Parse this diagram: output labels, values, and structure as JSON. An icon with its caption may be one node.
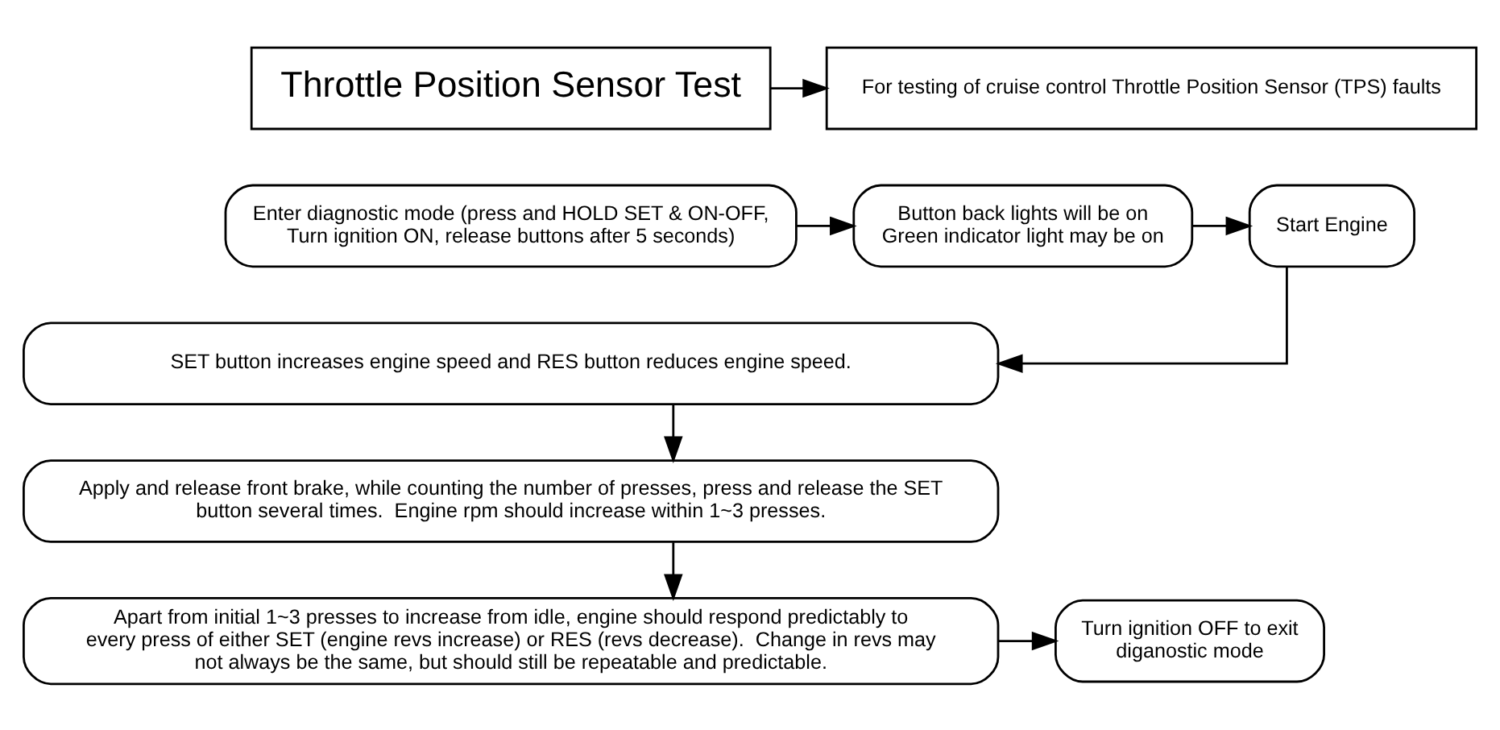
{
  "diagram": {
    "nodes": [
      {
        "text": [
          "Throttle Position Sensor Test"
        ]
      },
      {
        "text": [
          "For testing of cruise control Throttle Position Sensor (TPS) faults"
        ]
      },
      {
        "text": [
          "Enter diagnostic mode (press and HOLD SET & ON-OFF, Turn ignition ON, release buttons after 5 seconds)"
        ]
      },
      {
        "text": [
          "Button back lights will be on Green indicator light may be on"
        ]
      },
      {
        "text": [
          "Start Engine"
        ]
      },
      {
        "text": [
          "SET button increases engine speed and RES button reduces engine speed."
        ]
      },
      {
        "text": [
          "Apply and release front brake, while counting the number of presses, press and release the SET button several times.  Engine rpm should increase within 1~3 presses."
        ]
      },
      {
        "text": [
          "Apart from initial 1~3 presses to increase from idle, engine should respond predictably to every press of either SET (engine revs increase) or RES (revs decrease).  Change in revs may not always be the same, but should still be repeatable and predictable."
        ]
      },
      {
        "text": [
          "Turn ignition OFF to exit diganostic mode"
        ]
      }
    ],
    "edges": [
      {
        "from": 0,
        "to": 1,
        "arrow": "to"
      },
      {
        "from": 2,
        "to": 3,
        "arrow": "to"
      },
      {
        "from": 3,
        "to": 4,
        "arrow": "to"
      },
      {
        "from": 4,
        "to": 5,
        "arrow": "to"
      },
      {
        "from": 5,
        "to": 6,
        "arrow": "to"
      },
      {
        "from": 6,
        "to": 7,
        "arrow": "to"
      },
      {
        "from": 7,
        "to": 8,
        "arrow": "to"
      }
    ]
  }
}
